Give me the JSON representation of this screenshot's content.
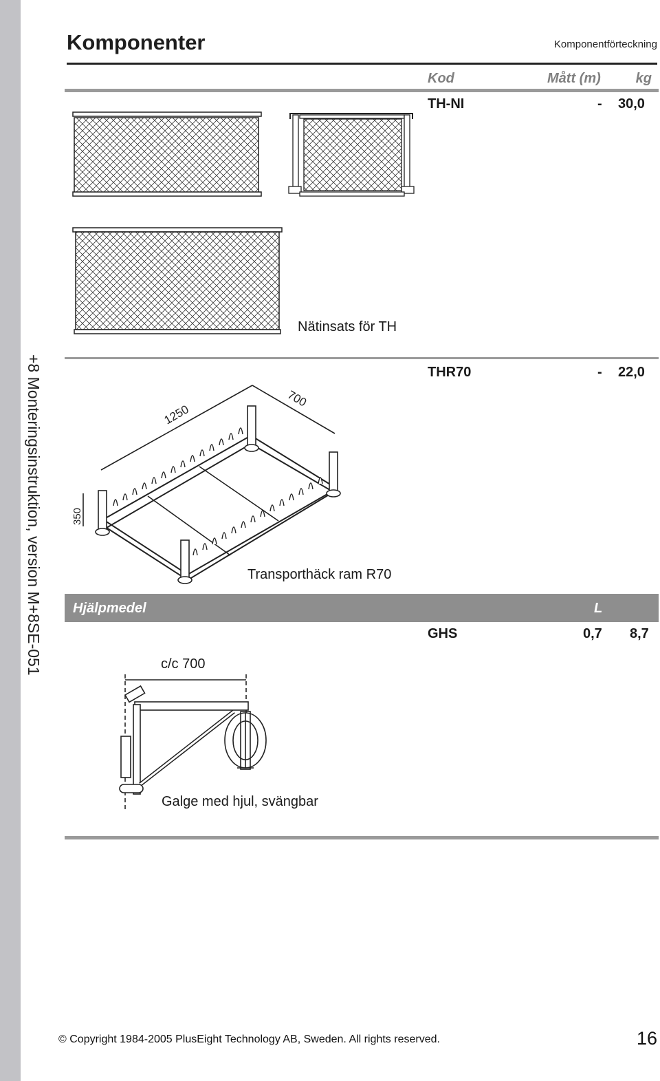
{
  "sidebar_text": "+8 Monteringsinstruktion, version M+8SE-051",
  "header": {
    "title": "Komponenter",
    "subtitle": "Komponentförteckning"
  },
  "columns": {
    "kod": "Kod",
    "matt": "Mått (m)",
    "kg": "kg"
  },
  "items": [
    {
      "code": "TH-NI",
      "matt": "-",
      "kg": "30,0",
      "caption": "Nätinsats för TH"
    },
    {
      "code": "THR70",
      "matt": "-",
      "kg": "22,0",
      "caption": "Transporthäck ram R70",
      "dims": {
        "length": "1250",
        "width": "700",
        "height": "350"
      }
    }
  ],
  "section": {
    "title": "Hjälpmedel",
    "l_label": "L"
  },
  "aid_items": [
    {
      "code": "GHS",
      "l": "0,7",
      "kg": "8,7",
      "caption": "Galge med hjul, svängbar",
      "dim": "c/c 700"
    }
  ],
  "footer": {
    "copyright": "© Copyright 1984-2005 PlusEight Technology AB, Sweden. All rights reserved.",
    "page": "16"
  }
}
